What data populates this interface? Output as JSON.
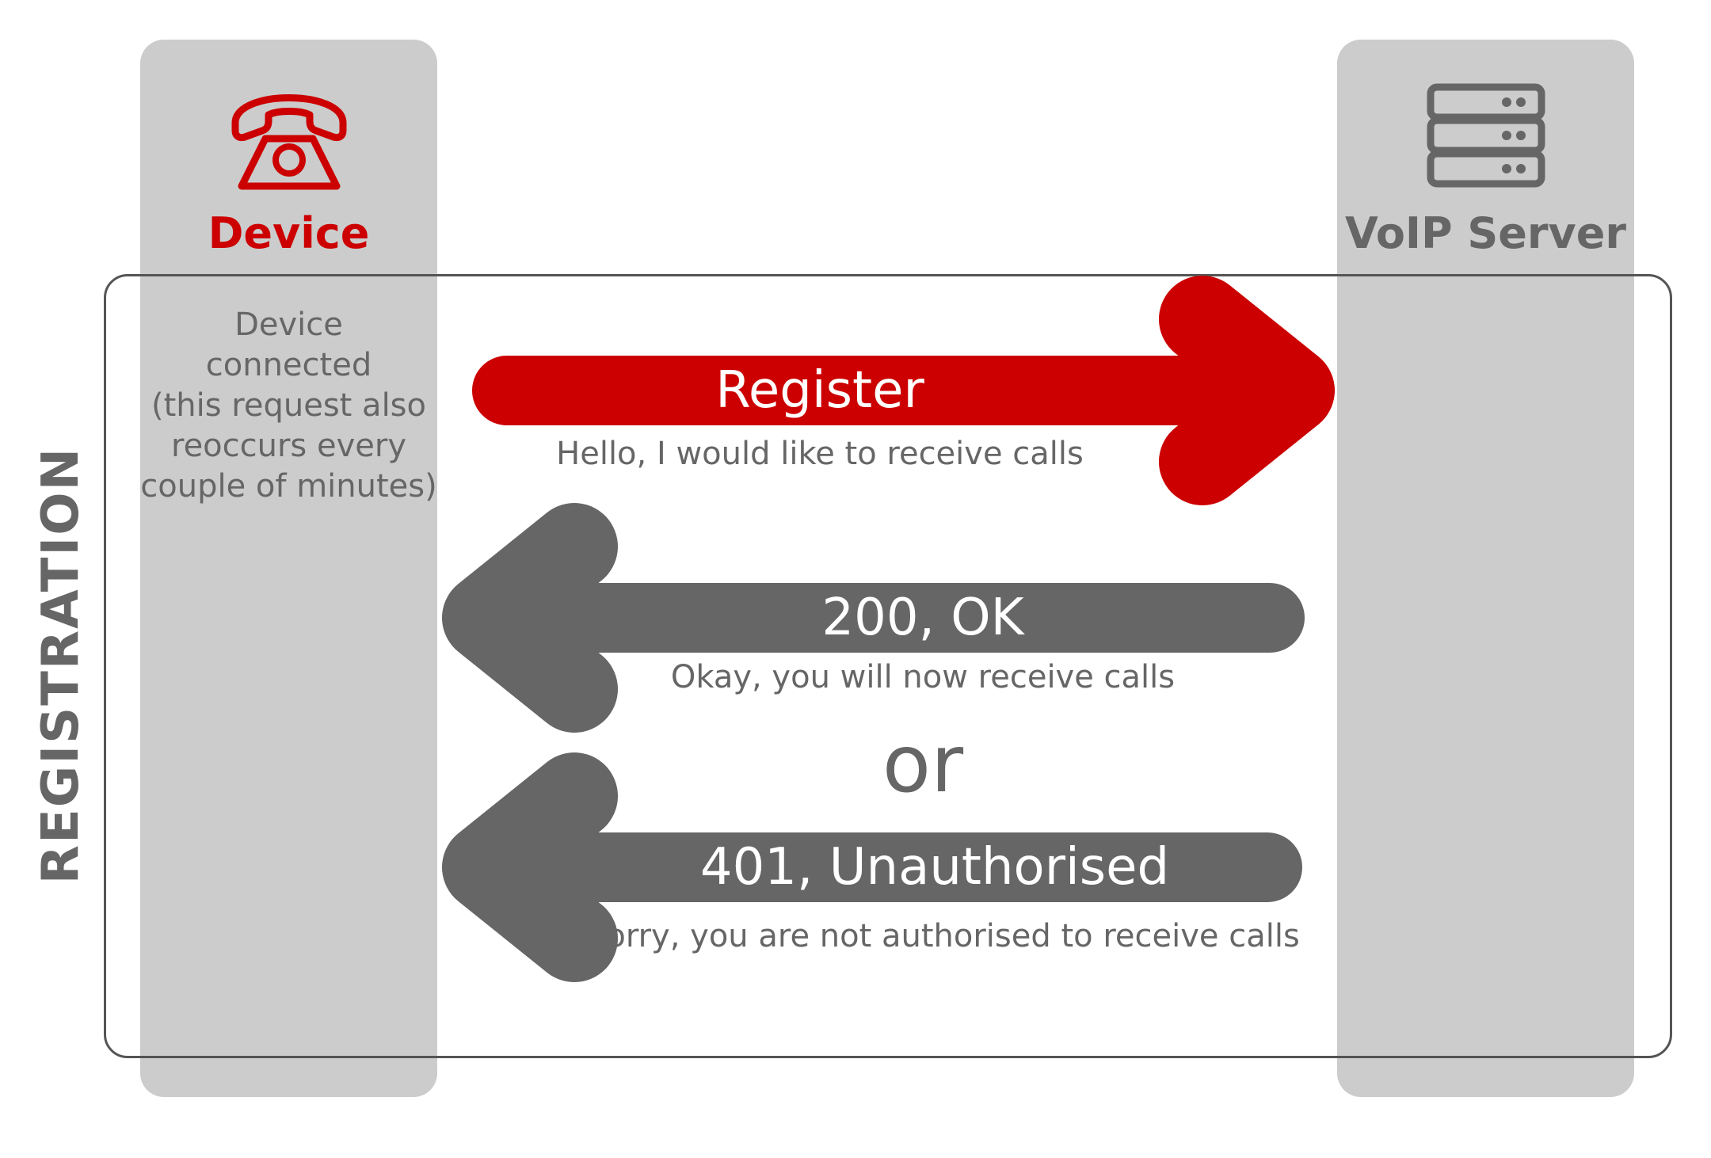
{
  "colors": {
    "accent_red": "#cc0000",
    "neutral_gray": "#666666",
    "column_gray": "#cccccc"
  },
  "device": {
    "title": "Device",
    "icon": "telephone-icon",
    "note_lines": [
      "Device",
      "connected",
      "(this request also",
      "reoccurs every",
      "couple of minutes)"
    ]
  },
  "server": {
    "title": "VoIP Server",
    "icon": "server-icon"
  },
  "phase": {
    "label": "REGISTRATION"
  },
  "messages": [
    {
      "label": "Register",
      "description": "Hello, I would like to receive calls",
      "direction": "to-server",
      "color": "#cc0000"
    },
    {
      "label": "200, OK",
      "description": "Okay, you will now receive calls",
      "direction": "to-device",
      "color": "#666666"
    },
    {
      "label": "401, Unauthorised",
      "description": "Sorry, you are not authorised to receive calls",
      "direction": "to-device",
      "color": "#666666"
    }
  ],
  "separator": "or"
}
